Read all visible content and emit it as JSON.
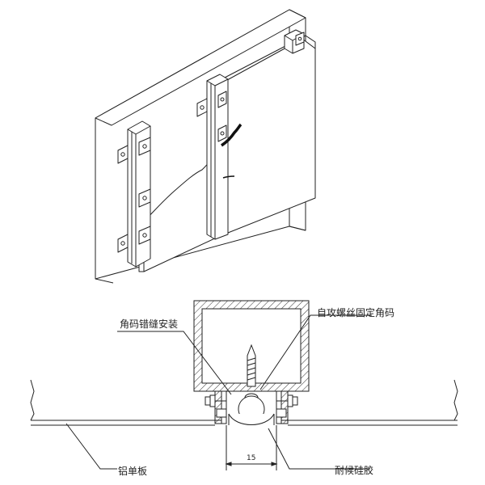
{
  "labels": {
    "corner_code_install": "角码错缝安装",
    "self_tapping_screw": "自攻螺丝固定角码",
    "aluminum_panel": "铝单板",
    "weather_sealant": "耐候硅胶"
  },
  "dimensions": {
    "gap_width": "15"
  }
}
